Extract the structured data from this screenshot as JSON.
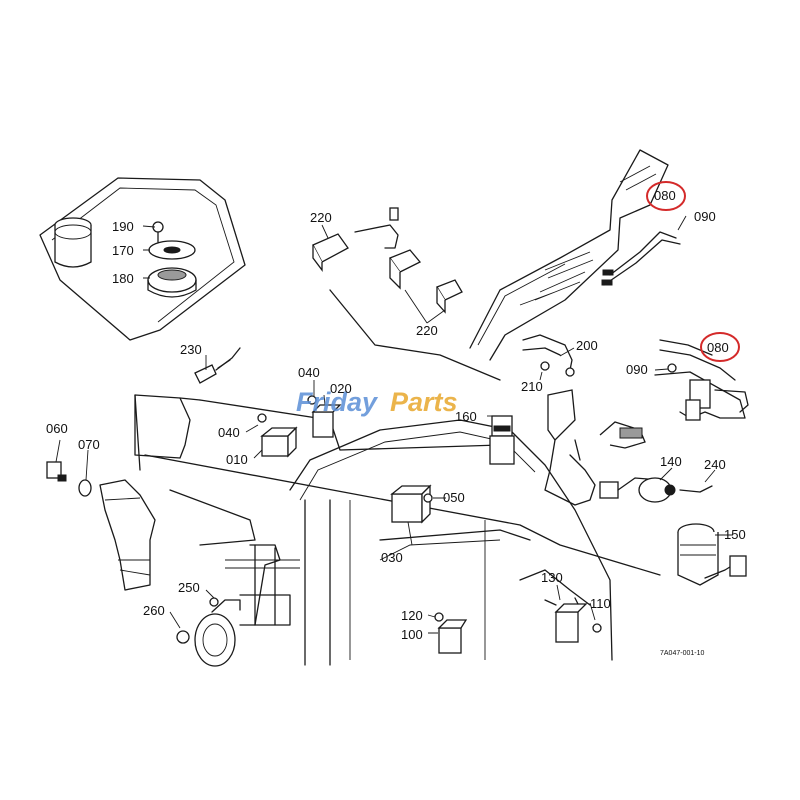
{
  "watermark": {
    "part1": "Friday",
    "part2": "Parts",
    "color1": "#5b8fd6",
    "color2": "#e8a72c"
  },
  "labels": [
    {
      "id": "190",
      "text": "190"
    },
    {
      "id": "170",
      "text": "170"
    },
    {
      "id": "180",
      "text": "180"
    },
    {
      "id": "220a",
      "text": "220"
    },
    {
      "id": "220b",
      "text": "220"
    },
    {
      "id": "080a",
      "text": "080"
    },
    {
      "id": "090a",
      "text": "090"
    },
    {
      "id": "080b",
      "text": "080"
    },
    {
      "id": "090b",
      "text": "090"
    },
    {
      "id": "230",
      "text": "230"
    },
    {
      "id": "200",
      "text": "200"
    },
    {
      "id": "210",
      "text": "210"
    },
    {
      "id": "040a",
      "text": "040"
    },
    {
      "id": "020",
      "text": "020"
    },
    {
      "id": "160",
      "text": "160"
    },
    {
      "id": "040b",
      "text": "040"
    },
    {
      "id": "010",
      "text": "010"
    },
    {
      "id": "060",
      "text": "060"
    },
    {
      "id": "070",
      "text": "070"
    },
    {
      "id": "050",
      "text": "050"
    },
    {
      "id": "030",
      "text": "030"
    },
    {
      "id": "140",
      "text": "140"
    },
    {
      "id": "240",
      "text": "240"
    },
    {
      "id": "150",
      "text": "150"
    },
    {
      "id": "250",
      "text": "250"
    },
    {
      "id": "260",
      "text": "260"
    },
    {
      "id": "130",
      "text": "130"
    },
    {
      "id": "110",
      "text": "110"
    },
    {
      "id": "120",
      "text": "120"
    },
    {
      "id": "100",
      "text": "100"
    }
  ],
  "highlight_color": "#d42a2a",
  "figure_ref": "7A047-001-10"
}
